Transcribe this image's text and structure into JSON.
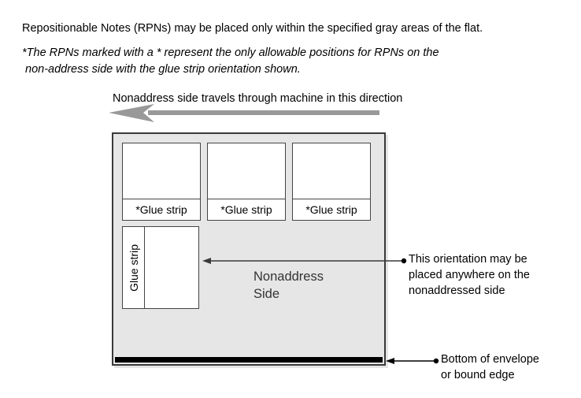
{
  "page": {
    "intro_line": "Repositionable Notes (RPNs) may be placed only within the specified gray areas of the flat.",
    "note_line_1": "*The RPNs marked with a * represent the only allowable positions for RPNs on the",
    "note_line_2": " non-address side with the glue strip orientation shown."
  },
  "travel": {
    "caption": "Nonaddress side travels through machine in this direction",
    "arrow_icon": "left-arrow-icon",
    "arrow_color": "#999999"
  },
  "flat": {
    "fill_color": "#e6e6e6",
    "border_color": "#3a3a3a",
    "side_label_line_1": "Nonaddress",
    "side_label_line_2": "Side",
    "bound_edge_color": "#000000",
    "rpn_notes": [
      {
        "glue_label": "*Glue strip",
        "orientation": "horizontal"
      },
      {
        "glue_label": "*Glue strip",
        "orientation": "horizontal"
      },
      {
        "glue_label": "*Glue strip",
        "orientation": "horizontal"
      }
    ],
    "rpn_vertical": {
      "glue_label": "Glue strip",
      "orientation": "vertical"
    }
  },
  "callouts": {
    "orientation": {
      "line_1": "This orientation may be",
      "line_2": "placed anywhere on the",
      "line_3": "nonaddressed side",
      "leader_icon": "left-arrow-leader-icon"
    },
    "bottom_edge": {
      "line_1": "Bottom of envelope",
      "line_2": "or bound edge",
      "leader_icon": "left-arrow-leader-icon"
    }
  }
}
